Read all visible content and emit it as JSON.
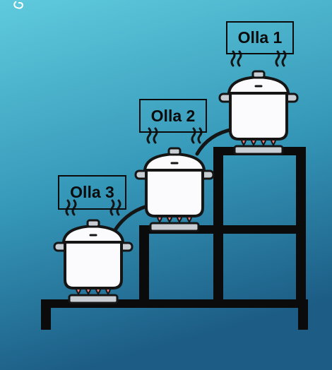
{
  "labels": {
    "pot_1": "Olla 1",
    "pot_2": "Olla 2",
    "pot_3": "Olla 3"
  },
  "colors": {
    "background_top": "#5cc6da",
    "background_bottom": "#1d5f86",
    "shelf": "#0b0b0b",
    "pot_body": "#fbfbfd",
    "pot_outline": "#151515",
    "flame": "#f07a7a",
    "burner": "#c7cdd3"
  },
  "icons": [
    "corner-curl-icon",
    "steam-icon",
    "cooking-pot-icon",
    "gas-flame-icon"
  ]
}
